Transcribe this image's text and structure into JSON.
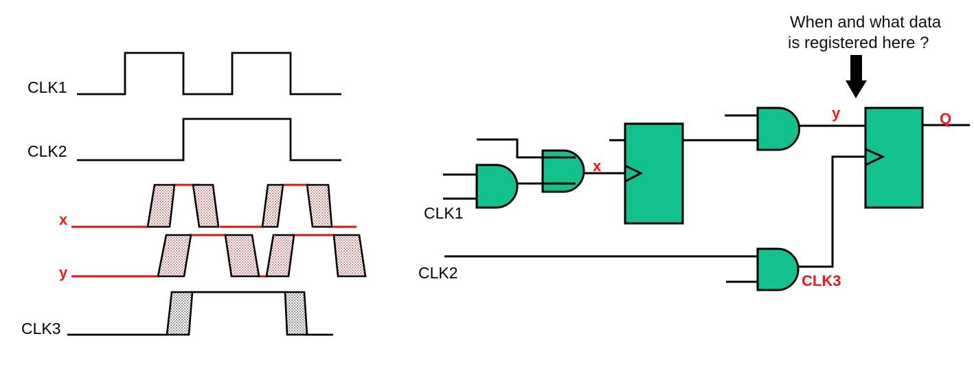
{
  "annotation": {
    "line1": "When and what data",
    "line2": "is registered here ?"
  },
  "timing": {
    "signals": [
      {
        "label": "CLK1",
        "color": "#000000",
        "hatched_transition_regions": 0
      },
      {
        "label": "CLK2",
        "color": "#000000",
        "hatched_transition_regions": 0
      },
      {
        "label": "x",
        "color": "#E8100C",
        "hatched_transition_regions": 4
      },
      {
        "label": "y",
        "color": "#E8100C",
        "hatched_transition_regions": 4
      },
      {
        "label": "CLK3",
        "color": "#000000",
        "hatched_transition_regions": 2
      }
    ]
  },
  "circuit": {
    "clk1_label": "CLK1",
    "clk2_label": "CLK2",
    "x_label": "x",
    "y_label": "y",
    "q_label": "Q",
    "clk3_label": "CLK3",
    "components": [
      {
        "id": "and1",
        "type": "AND"
      },
      {
        "id": "and2",
        "type": "AND"
      },
      {
        "id": "dff1",
        "type": "D-flip-flop"
      },
      {
        "id": "and3",
        "type": "AND"
      },
      {
        "id": "dff2",
        "type": "D-flip-flop"
      },
      {
        "id": "and4",
        "type": "AND"
      }
    ]
  },
  "colors": {
    "gate_fill": "#12C18E",
    "outline": "#000000",
    "signal_red": "#E8100C",
    "label_red": "#F01818",
    "hatch_red": "#D92525",
    "hatch_gray": "#3A3A3A"
  }
}
